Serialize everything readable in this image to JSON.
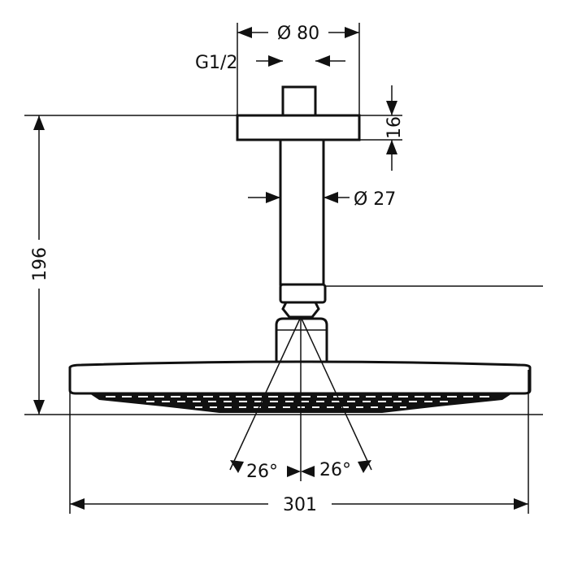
{
  "title": "Overhead shower technical drawing",
  "dimensions": {
    "flange_diameter": "Ø 80",
    "thread": "G1/2",
    "flange_height": "16",
    "pipe_diameter": "Ø 27",
    "total_height": "196",
    "head_width": "301",
    "spray_angle_left": "26°",
    "spray_angle_right": "26°"
  }
}
